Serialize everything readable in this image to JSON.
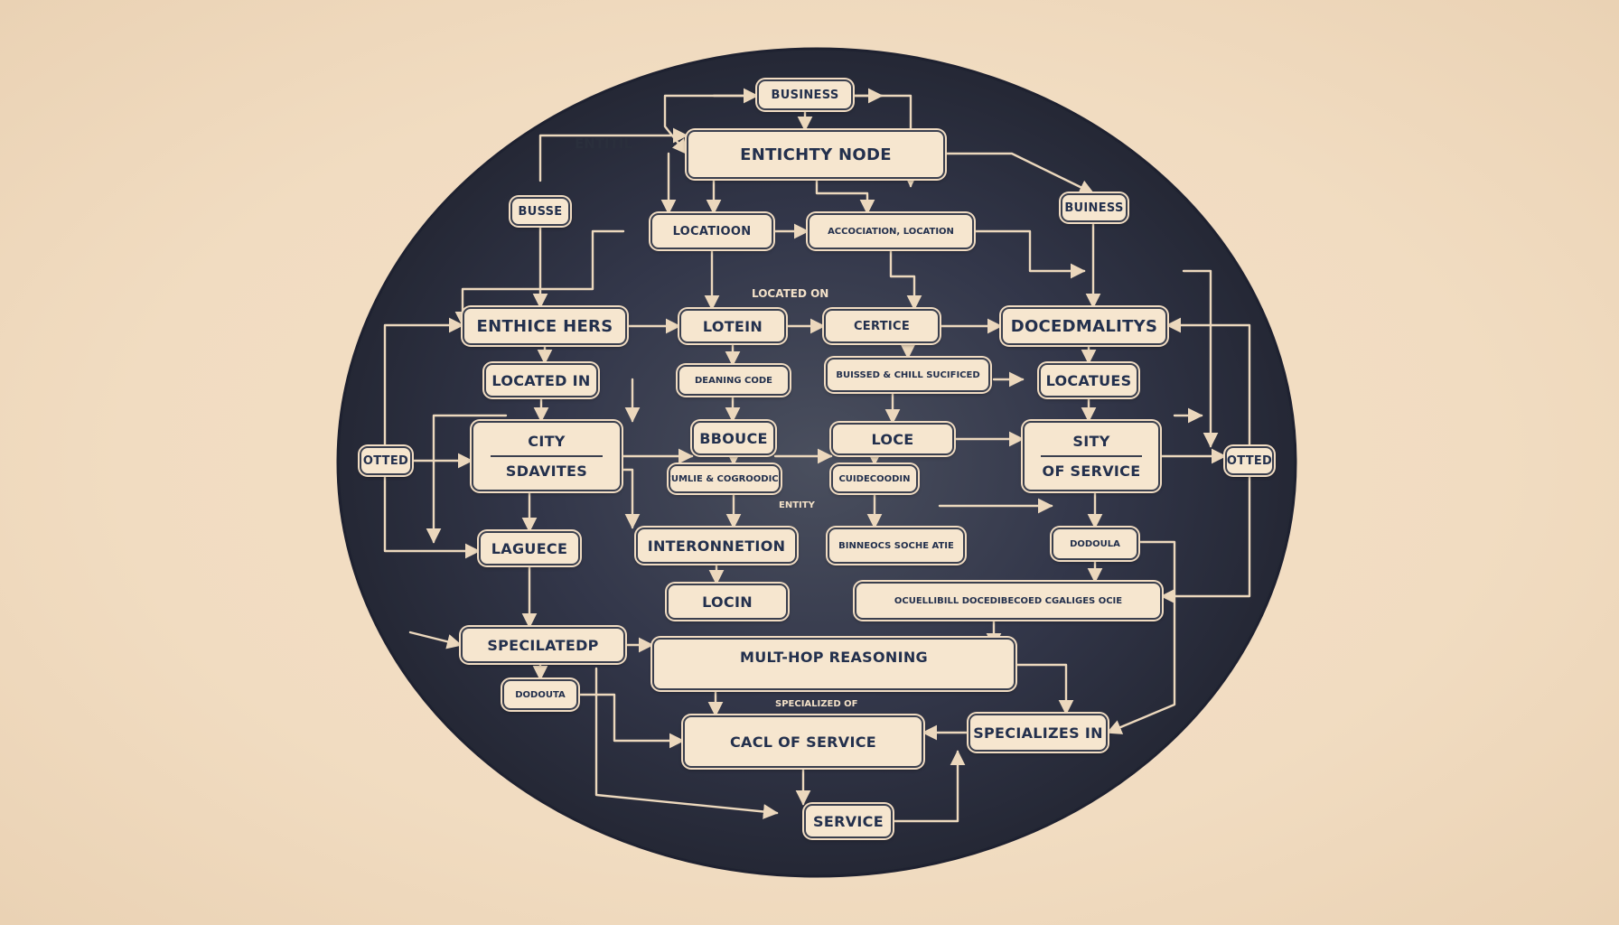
{
  "colors": {
    "background": "#f2dcc2",
    "dark_field": "#2d3140",
    "node_fill": "#f6e6cf",
    "node_text": "#23304d",
    "line": "#ecd8bd"
  },
  "labels": {
    "outer_entity": "ENTITIL",
    "located_on": "LOCATED ON",
    "entity_small": "ENTITY",
    "located_small": "SPECIALIZED OF"
  },
  "nodes": {
    "business_top": "BUSINESS",
    "entity_node": "ENTICHTY NODE",
    "busse": "BUSSE",
    "business_right": "BUINESS",
    "location": "LOCATIOON",
    "accociation": "ACCOCIATION, LOCATION",
    "entithee_hers": "ENTHICE HERS",
    "lotein": "LOTEIN",
    "certice": "CERTICE",
    "docedmalitys": "DOCEDMALITYS",
    "located_in": "LOCATED IN",
    "deneing_code": "DEANING CODE",
    "buised_small": "BUISSED & CHILL   SUCIFICED",
    "locatues": "LOCATUES",
    "city_top": "CITY",
    "city_bottom": "SDAVITES",
    "bbouce": "BBOUCE",
    "loce": "LOCE",
    "sity_top": "SITY",
    "sity_bottom": "OF SERVICE",
    "otted_left": "OTTED",
    "otted_right": "OTTED",
    "cumlie_small": "CUMLIE & COGROODICE",
    "cuidecodin": "CUIDECOODIN",
    "laguece": "LAGUECE",
    "interonnetion": "INTERONNETION",
    "binneocs": "BINNEOCS SOCHE ATIE",
    "dodoula": "DODOULA",
    "locin": "LOCIN",
    "wide_bottom": "OCUELLIBILL   DOCEDIBECOED   CGALIGES OCIE",
    "specilatedp": "SPECILATEDP",
    "multhop": "MULT-HOP REASONING",
    "dodouta": "DODOUTA",
    "cacl_service": "CACL OF SERVICE",
    "specializes_in": "SPECIALIZES IN",
    "service": "SERVICE"
  }
}
